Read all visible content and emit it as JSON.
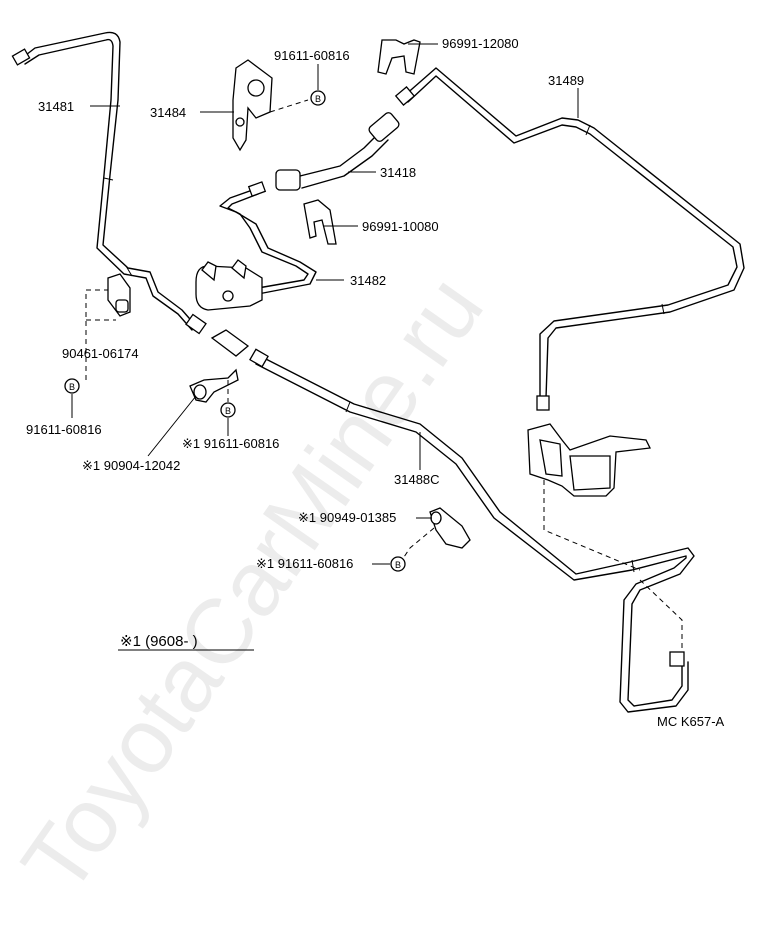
{
  "diagram_code": "MC K657-A",
  "note_label": "※1 (9608-      )",
  "watermark": "ToyotaCarMine.ru",
  "bolt_symbol": "B",
  "parts": {
    "p31481": "31481",
    "p31484": "31484",
    "bolt_top": "91611-60816",
    "clip_top": "96991-12080",
    "p31489": "31489",
    "p31418": "31418",
    "clip_mid": "96991-10080",
    "p31482": "31482",
    "bracket": "90461-06174",
    "bolt_left": "91611-60816",
    "bolt_mid_note": "※1 91611-60816",
    "clamp_note": "※1 90904-12042",
    "p31488c": "31488C",
    "clamp2_note": "※1 90949-01385",
    "bolt_low_note": "※1 91611-60816"
  }
}
